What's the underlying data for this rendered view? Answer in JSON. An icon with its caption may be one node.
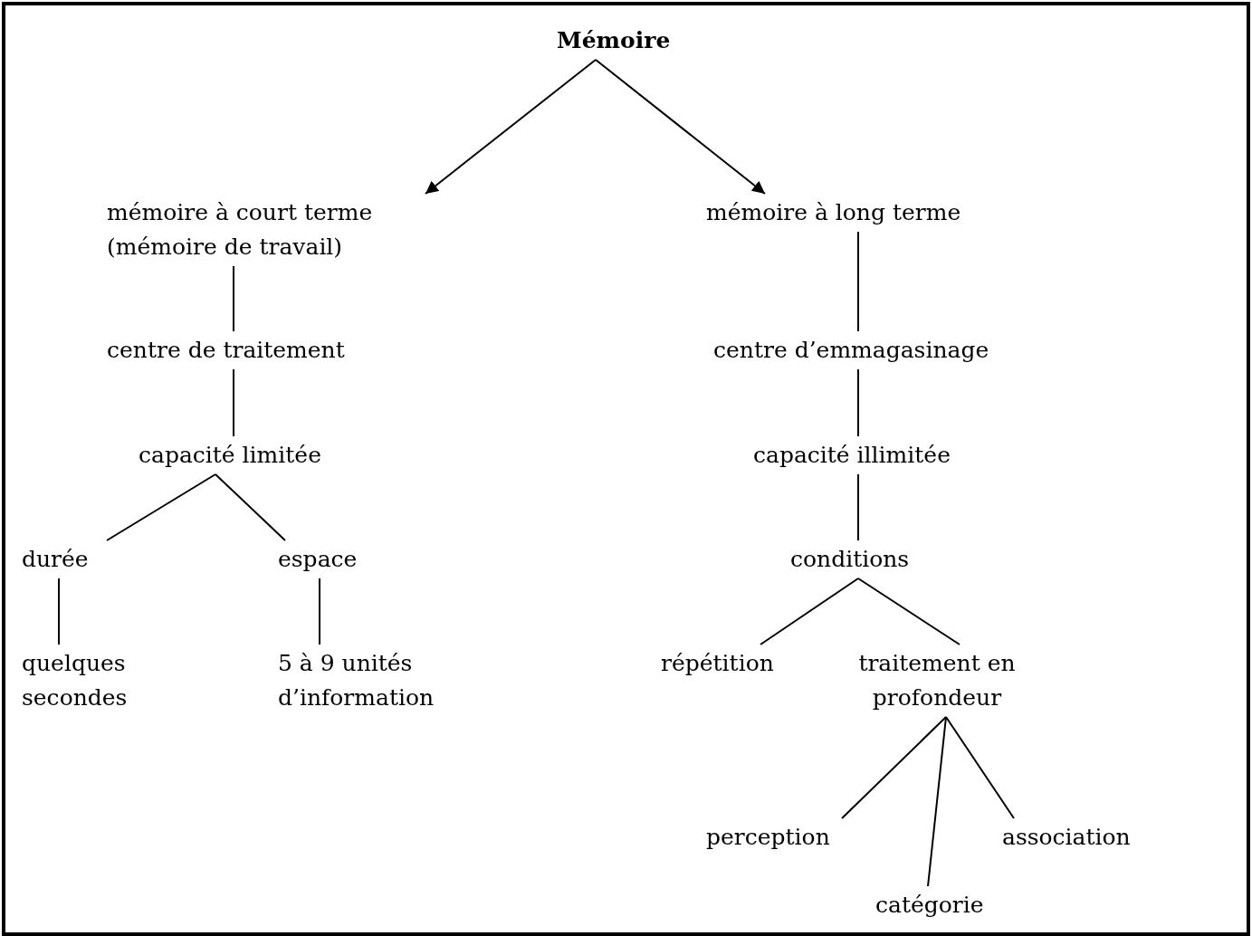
{
  "diagram": {
    "nodes": [
      {
        "text": [
          "Mémoire"
        ]
      },
      {
        "text": [
          "mémoire à court terme (mémoire de travail)"
        ]
      },
      {
        "text": [
          "mémoire à long terme"
        ]
      },
      {
        "text": [
          "centre de traitement"
        ]
      },
      {
        "text": [
          "centre d’emmagasinage"
        ]
      },
      {
        "text": [
          "capacité limitée"
        ]
      },
      {
        "text": [
          "capacité illimitée"
        ]
      },
      {
        "text": [
          "durée"
        ]
      },
      {
        "text": [
          "espace"
        ]
      },
      {
        "text": [
          "conditions"
        ]
      },
      {
        "text": [
          "quelques secondes"
        ]
      },
      {
        "text": [
          "5 à 9 unités d’information"
        ]
      },
      {
        "text": [
          "répétition"
        ]
      },
      {
        "text": [
          "traitement en profondeur"
        ]
      },
      {
        "text": [
          "perception"
        ]
      },
      {
        "text": [
          "association"
        ]
      },
      {
        "text": [
          "catégorie"
        ]
      }
    ],
    "edges": [
      {
        "from": 0,
        "to": 1,
        "arrow": "to"
      },
      {
        "from": 0,
        "to": 2,
        "arrow": "to"
      },
      {
        "from": 1,
        "to": 3,
        "arrow": "none"
      },
      {
        "from": 2,
        "to": 4,
        "arrow": "none"
      },
      {
        "from": 3,
        "to": 5,
        "arrow": "none"
      },
      {
        "from": 4,
        "to": 6,
        "arrow": "none"
      },
      {
        "from": 5,
        "to": 7,
        "arrow": "none"
      },
      {
        "from": 5,
        "to": 8,
        "arrow": "none"
      },
      {
        "from": 6,
        "to": 9,
        "arrow": "none"
      },
      {
        "from": 7,
        "to": 10,
        "arrow": "none"
      },
      {
        "from": 8,
        "to": 11,
        "arrow": "none"
      },
      {
        "from": 9,
        "to": 12,
        "arrow": "none"
      },
      {
        "from": 9,
        "to": 13,
        "arrow": "none"
      },
      {
        "from": 13,
        "to": 14,
        "arrow": "none"
      },
      {
        "from": 13,
        "to": 16,
        "arrow": "none"
      },
      {
        "from": 13,
        "to": 15,
        "arrow": "none"
      }
    ]
  }
}
